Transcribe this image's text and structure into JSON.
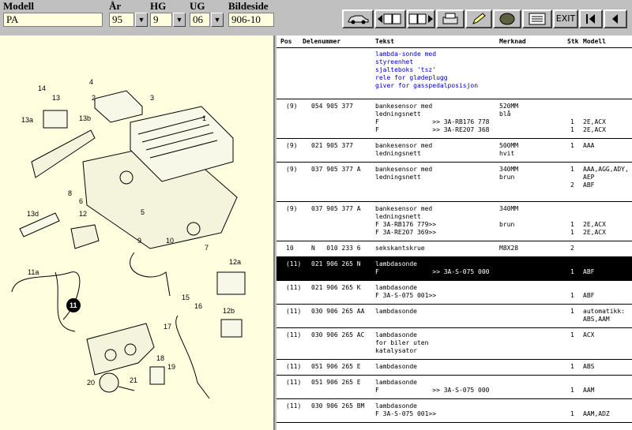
{
  "header": {
    "modell_label": "Modell",
    "modell_value": "PA",
    "ar_label": "År",
    "ar_value": "95",
    "hg_label": "HG",
    "hg_value": "9",
    "ug_label": "UG",
    "ug_value": "06",
    "bildeside_label": "Bildeside",
    "bildeside_value": "906-10"
  },
  "toolbar": {
    "exit_label": "EXIT"
  },
  "diagram": {
    "callouts": [
      "1",
      "2",
      "3",
      "4",
      "5",
      "6",
      "7",
      "8",
      "9",
      "10",
      "11",
      "11a",
      "12",
      "12a",
      "12b",
      "13",
      "13a",
      "13b",
      "13d",
      "14",
      "15",
      "16",
      "17",
      "18",
      "19",
      "20",
      "21"
    ]
  },
  "columns": {
    "pos": "Pos",
    "delenummer": "Delenummer",
    "tekst": "Tekst",
    "merknad": "Merknad",
    "stk": "Stk",
    "modell": "Modell"
  },
  "intro_lines": [
    "lambda-sonde med",
    "styreenhet",
    "sjalteboks 'tsz'",
    "rele for glødeplugg",
    "giver for gasspedalposisjon"
  ],
  "rows": [
    {
      "pos": "(9)",
      "nr": "054 905 377",
      "tekst": [
        "bankesensor med",
        "ledningsnett",
        "F              >> 3A-RB176 778",
        "F              >> 3A-RE207 368"
      ],
      "merknad": [
        "520MM",
        "blå",
        "",
        ""
      ],
      "stk": [
        "",
        "",
        "1",
        "1"
      ],
      "modell": [
        "",
        "",
        "2E,ACX",
        "2E,ACX"
      ]
    },
    {
      "pos": "(9)",
      "nr": "021 905 377",
      "tekst": [
        "bankesensor med",
        "ledningsnett"
      ],
      "merknad": [
        "500MM",
        "hvit"
      ],
      "stk": [
        "1",
        ""
      ],
      "modell": [
        "AAA",
        ""
      ]
    },
    {
      "pos": "(9)",
      "nr": "037 905 377 A",
      "tekst": [
        "bankesensor med",
        "ledningsnett",
        "",
        ""
      ],
      "merknad": [
        "340MM",
        "brun",
        "",
        ""
      ],
      "stk": [
        "1",
        "",
        "2",
        ""
      ],
      "modell": [
        "AAA,AGG,ADY,",
        "AEP",
        "ABF",
        ""
      ]
    },
    {
      "pos": "(9)",
      "nr": "037 905 377 A",
      "tekst": [
        "bankesensor med",
        "ledningsnett",
        "F 3A-RB176 779>>",
        "F 3A-RE207 369>>"
      ],
      "merknad": [
        "340MM",
        "",
        "brun",
        ""
      ],
      "stk": [
        "",
        "",
        "1",
        "1"
      ],
      "modell": [
        "",
        "",
        "2E,ACX",
        "2E,ACX"
      ]
    },
    {
      "pos": "10",
      "nr": "N   010 233 6",
      "tekst": [
        "sekskantskrue"
      ],
      "merknad": [
        "M8X28"
      ],
      "stk": [
        "2"
      ],
      "modell": [
        ""
      ]
    },
    {
      "pos": "(11)",
      "nr": "021 906 265 N",
      "tekst": [
        "lambdasonde",
        "F              >> 3A-S-075 000"
      ],
      "merknad": [
        "",
        ""
      ],
      "stk": [
        "",
        "1"
      ],
      "modell": [
        "",
        "ABF"
      ],
      "selected": true
    },
    {
      "pos": "(11)",
      "nr": "021 906 265 K",
      "tekst": [
        "lambdasonde",
        "F 3A-S-075 001>>"
      ],
      "merknad": [
        "",
        ""
      ],
      "stk": [
        "",
        "1"
      ],
      "modell": [
        "",
        "ABF"
      ]
    },
    {
      "pos": "(11)",
      "nr": "030 906 265 AA",
      "tekst": [
        "lambdasonde",
        ""
      ],
      "merknad": [
        "",
        ""
      ],
      "stk": [
        "1",
        ""
      ],
      "modell": [
        "automatikk:",
        "ABS,AAM"
      ]
    },
    {
      "pos": "(11)",
      "nr": "030 906 265 AC",
      "tekst": [
        "lambdasonde",
        "for biler uten",
        "katalysator"
      ],
      "merknad": [
        "",
        "",
        ""
      ],
      "stk": [
        "1",
        "",
        ""
      ],
      "modell": [
        "ACX",
        "",
        ""
      ]
    },
    {
      "pos": "(11)",
      "nr": "051 906 265 E",
      "tekst": [
        "lambdasonde"
      ],
      "merknad": [
        ""
      ],
      "stk": [
        "1"
      ],
      "modell": [
        "ABS"
      ]
    },
    {
      "pos": "(11)",
      "nr": "051 906 265 E",
      "tekst": [
        "lambdasonde",
        "F              >> 3A-S-075 000"
      ],
      "merknad": [
        "",
        ""
      ],
      "stk": [
        "",
        "1"
      ],
      "modell": [
        "",
        "AAM"
      ]
    },
    {
      "pos": "(11)",
      "nr": "030 906 265 BM",
      "tekst": [
        "lambdasonde",
        "F 3A-S-075 001>>"
      ],
      "merknad": [
        "",
        ""
      ],
      "stk": [
        "",
        "1"
      ],
      "modell": [
        "",
        "AAM,ADZ"
      ]
    }
  ]
}
